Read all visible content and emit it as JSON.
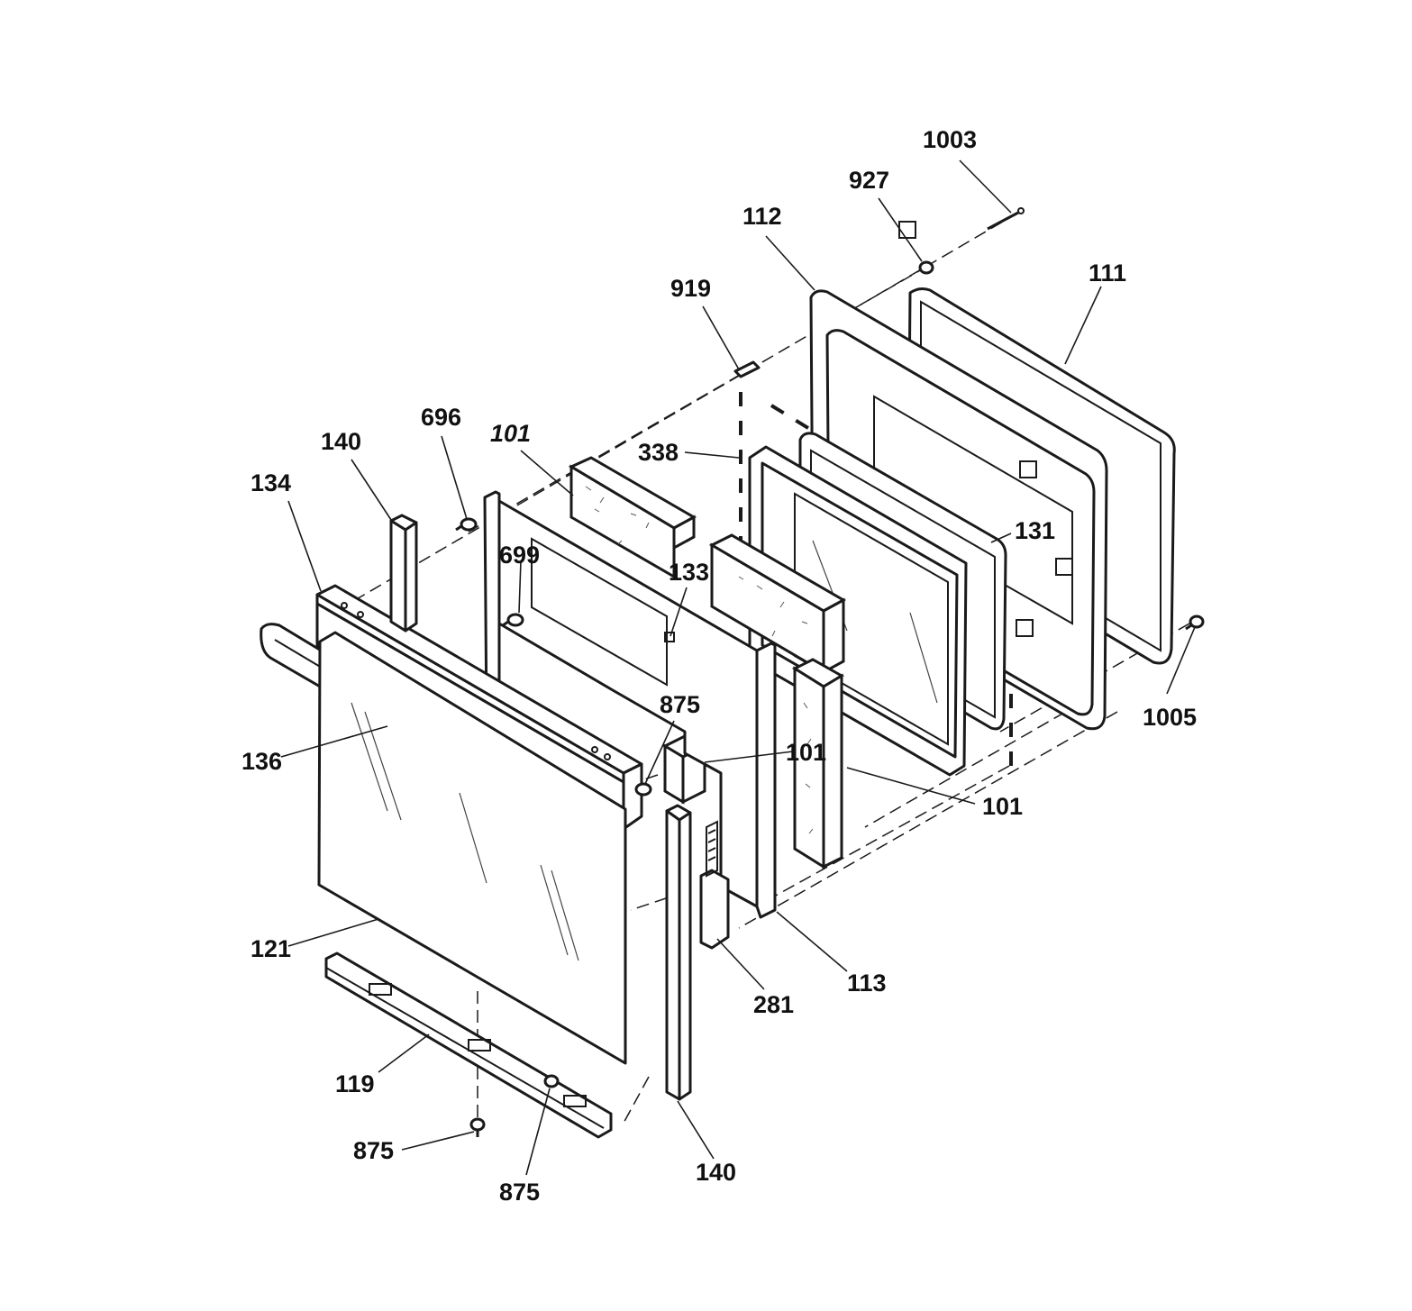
{
  "diagram": {
    "type": "exploded-parts-view",
    "callouts": {
      "c1003": "1003",
      "c927": "927",
      "c112": "112",
      "c111": "111",
      "c919": "919",
      "c696": "696",
      "c101a": "101",
      "c140a": "140",
      "c338": "338",
      "c134": "134",
      "c699": "699",
      "c133": "133",
      "c131": "131",
      "c1005": "1005",
      "c875a": "875",
      "c101b": "101",
      "c136": "136",
      "c101c": "101",
      "c121": "121",
      "c113": "113",
      "c281": "281",
      "c119": "119",
      "c875b": "875",
      "c875c": "875",
      "c140b": "140"
    }
  }
}
